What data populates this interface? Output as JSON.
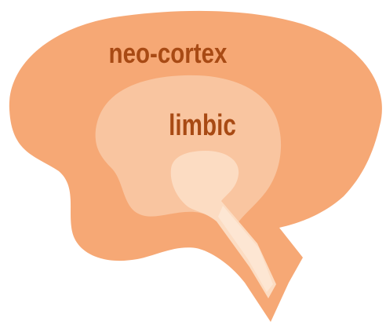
{
  "diagram": {
    "regions": [
      {
        "id": "neo-cortex",
        "label": "neo-cortex",
        "color": "#F6A875"
      },
      {
        "id": "limbic",
        "label": "limbic",
        "color": "#F9C5A0"
      },
      {
        "id": "brainstem",
        "label": "",
        "color": "#FCDCC2"
      }
    ],
    "label_color": "#A84A14",
    "background": "#FFFFFF"
  }
}
